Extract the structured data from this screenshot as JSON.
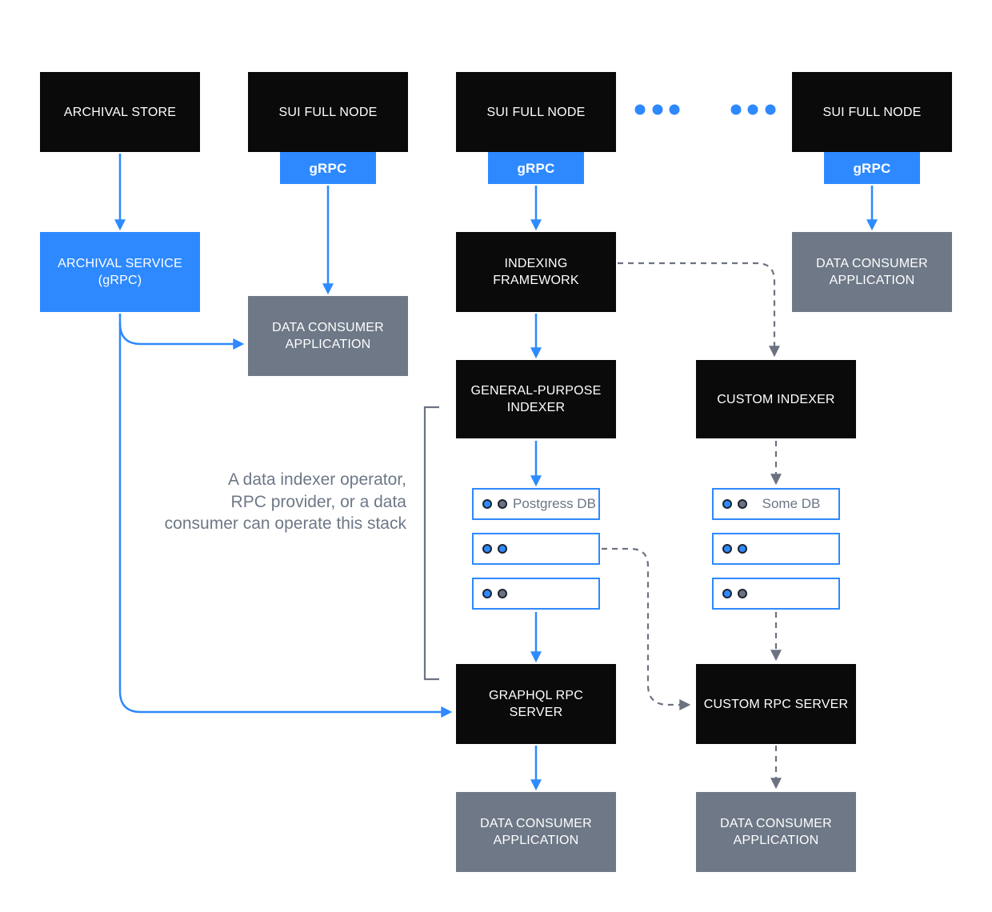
{
  "diagram": {
    "labels": {
      "archival_store": "ARCHIVAL STORE",
      "sui_full_node": "SUI FULL NODE",
      "grpc": "gRPC",
      "archival_service": "ARCHIVAL SERVICE (gRPC)",
      "data_consumer_application": "DATA CONSUMER APPLICATION",
      "indexing_framework": "INDEXING FRAMEWORK",
      "general_purpose_indexer": "GENERAL-PURPOSE INDEXER",
      "custom_indexer": "CUSTOM INDEXER",
      "graphql_rpc_server": "GRAPHQL RPC SERVER",
      "custom_rpc_server": "CUSTOM RPC SERVER"
    },
    "db": {
      "left": {
        "rows": [
          {
            "label": "Postgress DB",
            "dots": [
              "blue",
              "gray"
            ]
          },
          {
            "label": "",
            "dots": [
              "blue",
              "blue"
            ]
          },
          {
            "label": "",
            "dots": [
              "blue",
              "gray"
            ]
          }
        ]
      },
      "right": {
        "rows": [
          {
            "label": "Some DB",
            "dots": [
              "blue",
              "gray"
            ]
          },
          {
            "label": "",
            "dots": [
              "blue",
              "blue"
            ]
          },
          {
            "label": "",
            "dots": [
              "blue",
              "gray"
            ]
          }
        ]
      }
    },
    "note": {
      "line1": "A data indexer operator,",
      "line2": "RPC provider, or a data",
      "line3": "consumer can operate this stack"
    },
    "colors": {
      "accent_blue": "#2e89ff",
      "box_black": "#0a0a0a",
      "box_gray": "#6e7887",
      "line_gray": "#6b7280",
      "db_border_blue": "#2e89ff",
      "db_label_gray": "#6b7686",
      "note_text_gray": "#6d7887",
      "dot_ring_dark": "#1b2430",
      "dot_gray": "#6b7280",
      "text_white": "#ffffff"
    }
  }
}
